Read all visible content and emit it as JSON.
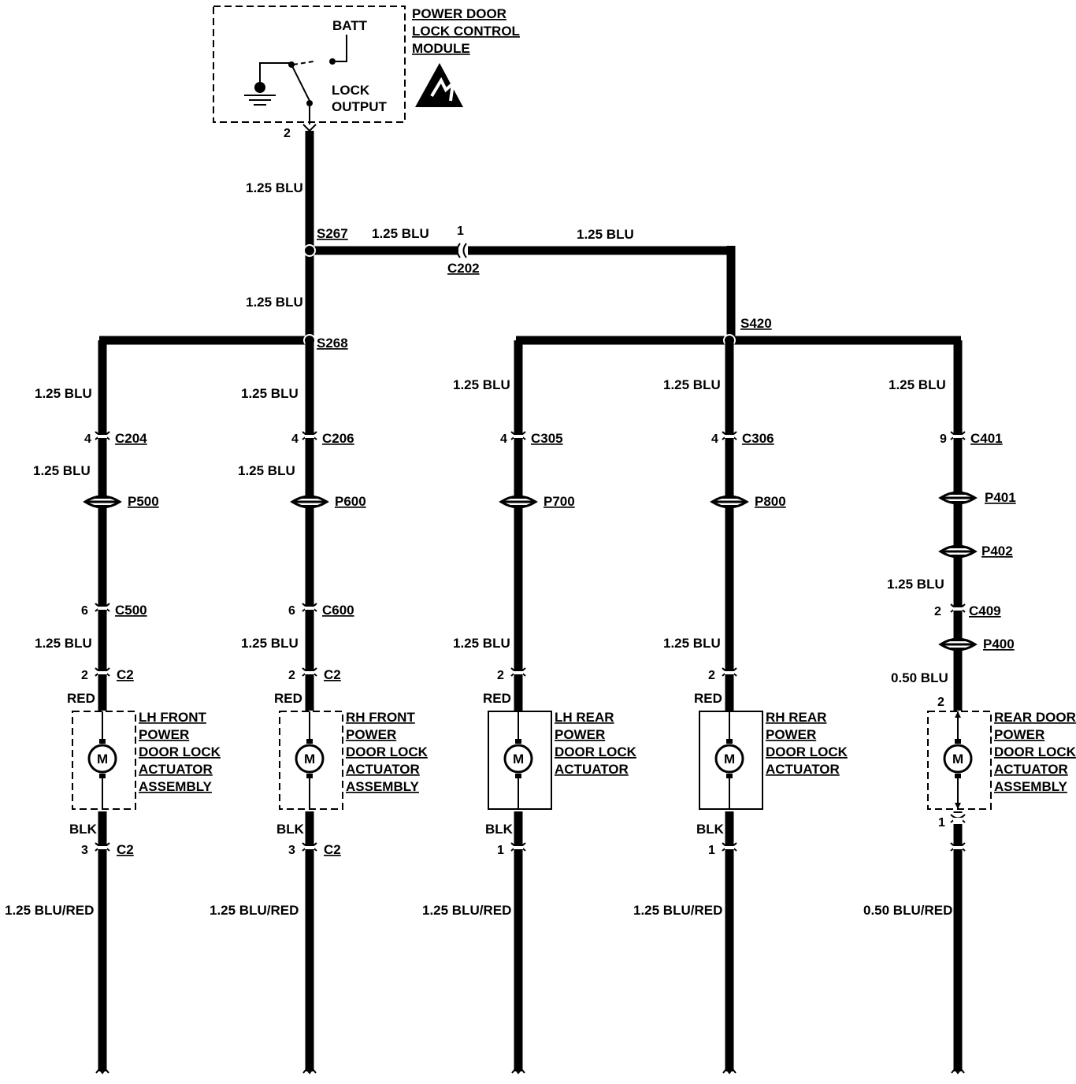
{
  "module": {
    "title_lines": [
      "POWER DOOR",
      "LOCK CONTROL",
      "MODULE"
    ],
    "batt_label": "BATT",
    "output_label_lines": [
      "LOCK",
      "OUTPUT"
    ],
    "output_pin": "2",
    "esd_icon": "esd-warning-icon"
  },
  "trunk": {
    "wire_top": "1.25 BLU",
    "splice_s267": "S267",
    "branch_wire_left": "1.25 BLU",
    "c202_pin": "1",
    "c202": "C202",
    "branch_wire_right": "1.25 BLU",
    "wire_mid": "1.25 BLU",
    "splice_s268": "S268",
    "splice_s420": "S420"
  },
  "branches": [
    {
      "wire_upper": "1.25 BLU",
      "conn1_pin": "4",
      "conn1": "C204",
      "wire_after_conn": "1.25 BLU",
      "passthroughs": [
        "P500"
      ],
      "conn2_pin": "6",
      "conn2": "C500",
      "wire_lower": "1.25 BLU",
      "actuator_in_pin": "2",
      "actuator_in_conn": "C2",
      "in_color": "RED",
      "motor": "M",
      "actuator_label_lines": [
        "LH FRONT",
        "POWER",
        "DOOR LOCK",
        "ACTUATOR",
        "ASSEMBLY"
      ],
      "out_color": "BLK",
      "actuator_out_pin": "3",
      "actuator_out_conn": "C2",
      "wire_out": "1.25 BLU/RED"
    },
    {
      "wire_upper": "1.25 BLU",
      "conn1_pin": "4",
      "conn1": "C206",
      "wire_after_conn": "1.25 BLU",
      "passthroughs": [
        "P600"
      ],
      "conn2_pin": "6",
      "conn2": "C600",
      "wire_lower": "1.25 BLU",
      "actuator_in_pin": "2",
      "actuator_in_conn": "C2",
      "in_color": "RED",
      "motor": "M",
      "actuator_label_lines": [
        "RH FRONT",
        "POWER",
        "DOOR LOCK",
        "ACTUATOR",
        "ASSEMBLY"
      ],
      "out_color": "BLK",
      "actuator_out_pin": "3",
      "actuator_out_conn": "C2",
      "wire_out": "1.25 BLU/RED"
    },
    {
      "wire_upper": "1.25 BLU",
      "conn1_pin": "4",
      "conn1": "C305",
      "passthroughs": [
        "P700"
      ],
      "wire_lower": "1.25 BLU",
      "actuator_in_pin": "2",
      "in_color": "RED",
      "motor": "M",
      "actuator_label_lines": [
        "LH REAR",
        "POWER",
        "DOOR LOCK",
        "ACTUATOR"
      ],
      "out_color": "BLK",
      "actuator_out_pin": "1",
      "wire_out": "1.25 BLU/RED"
    },
    {
      "wire_upper": "1.25 BLU",
      "conn1_pin": "4",
      "conn1": "C306",
      "passthroughs": [
        "P800"
      ],
      "wire_lower": "1.25 BLU",
      "actuator_in_pin": "2",
      "in_color": "RED",
      "motor": "M",
      "actuator_label_lines": [
        "RH REAR",
        "POWER",
        "DOOR LOCK",
        "ACTUATOR"
      ],
      "out_color": "BLK",
      "actuator_out_pin": "1",
      "wire_out": "1.25 BLU/RED"
    },
    {
      "wire_upper": "1.25 BLU",
      "conn1_pin": "9",
      "conn1": "C401",
      "passthroughs": [
        "P401",
        "P402"
      ],
      "wire_mid": "1.25 BLU",
      "conn2_pin": "2",
      "conn2": "C409",
      "passthrough_lower": "P400",
      "wire_lower": "0.50 BLU",
      "actuator_in_pin": "2",
      "motor": "M",
      "actuator_label_lines": [
        "REAR DOOR",
        "POWER",
        "DOOR LOCK",
        "ACTUATOR",
        "ASSEMBLY"
      ],
      "actuator_out_pin": "1",
      "wire_out": "0.50 BLU/RED"
    }
  ]
}
